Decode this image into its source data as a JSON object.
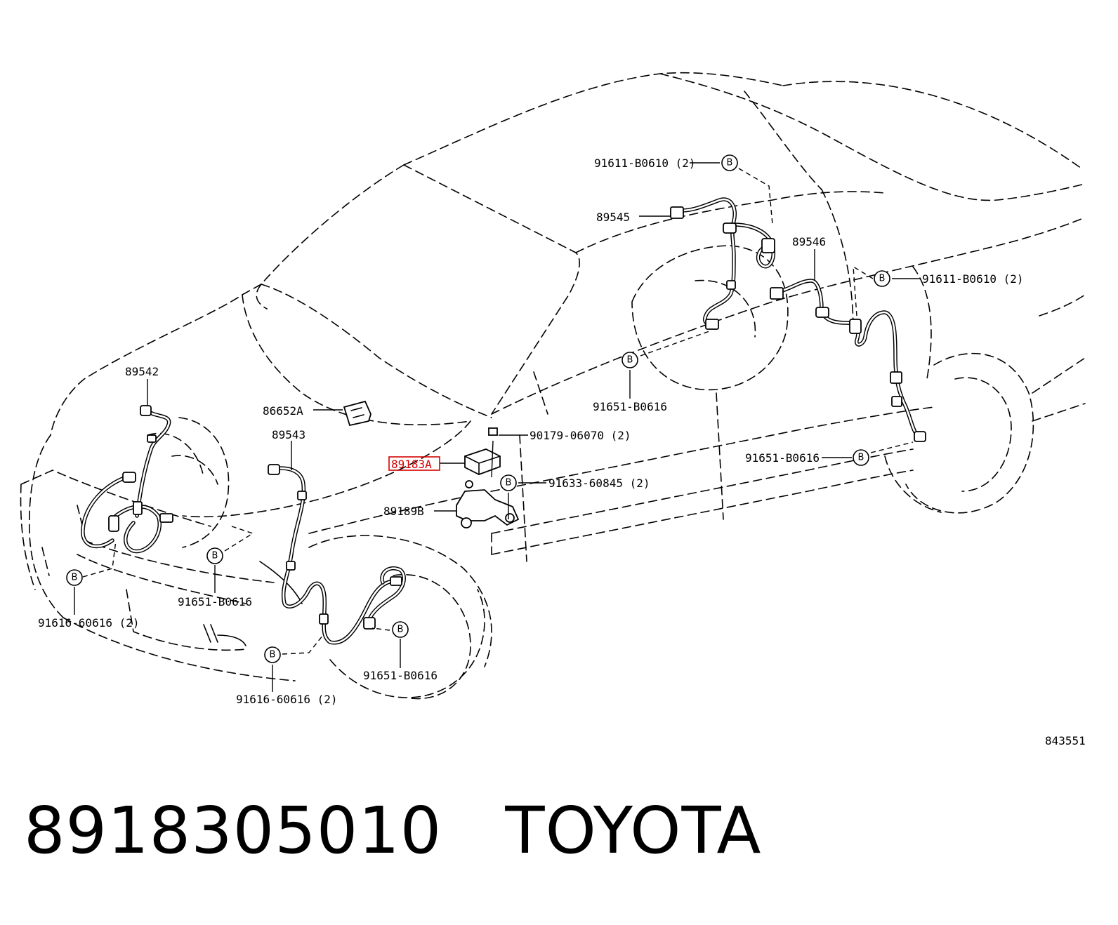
{
  "diagram": {
    "labels": {
      "p89542": "89542",
      "p86652A": "86652A",
      "p89543": "89543",
      "p89183A": "89183A",
      "p89189B": "89189B",
      "p90179": "90179-06070 (2)",
      "p91633": "91633-60845 (2)",
      "p91611_top": "91611-B0610 (2)",
      "p89545": "89545",
      "p89546": "89546",
      "p91611_right": "91611-B0610 (2)",
      "p91651_mid": "91651-B0616",
      "p91651_right": "91651-B0616",
      "p91651_left": "91651-B0616",
      "p91616_left": "91616-60616 (2)",
      "p91651_front": "91651-B0616",
      "p91616_front": "91616-60616 (2)",
      "ref_number": "843551"
    },
    "callout_letter": "B",
    "highlight_color": "#d60000"
  },
  "footer": {
    "part_number": "8918305010",
    "brand": "TOYOTA"
  }
}
